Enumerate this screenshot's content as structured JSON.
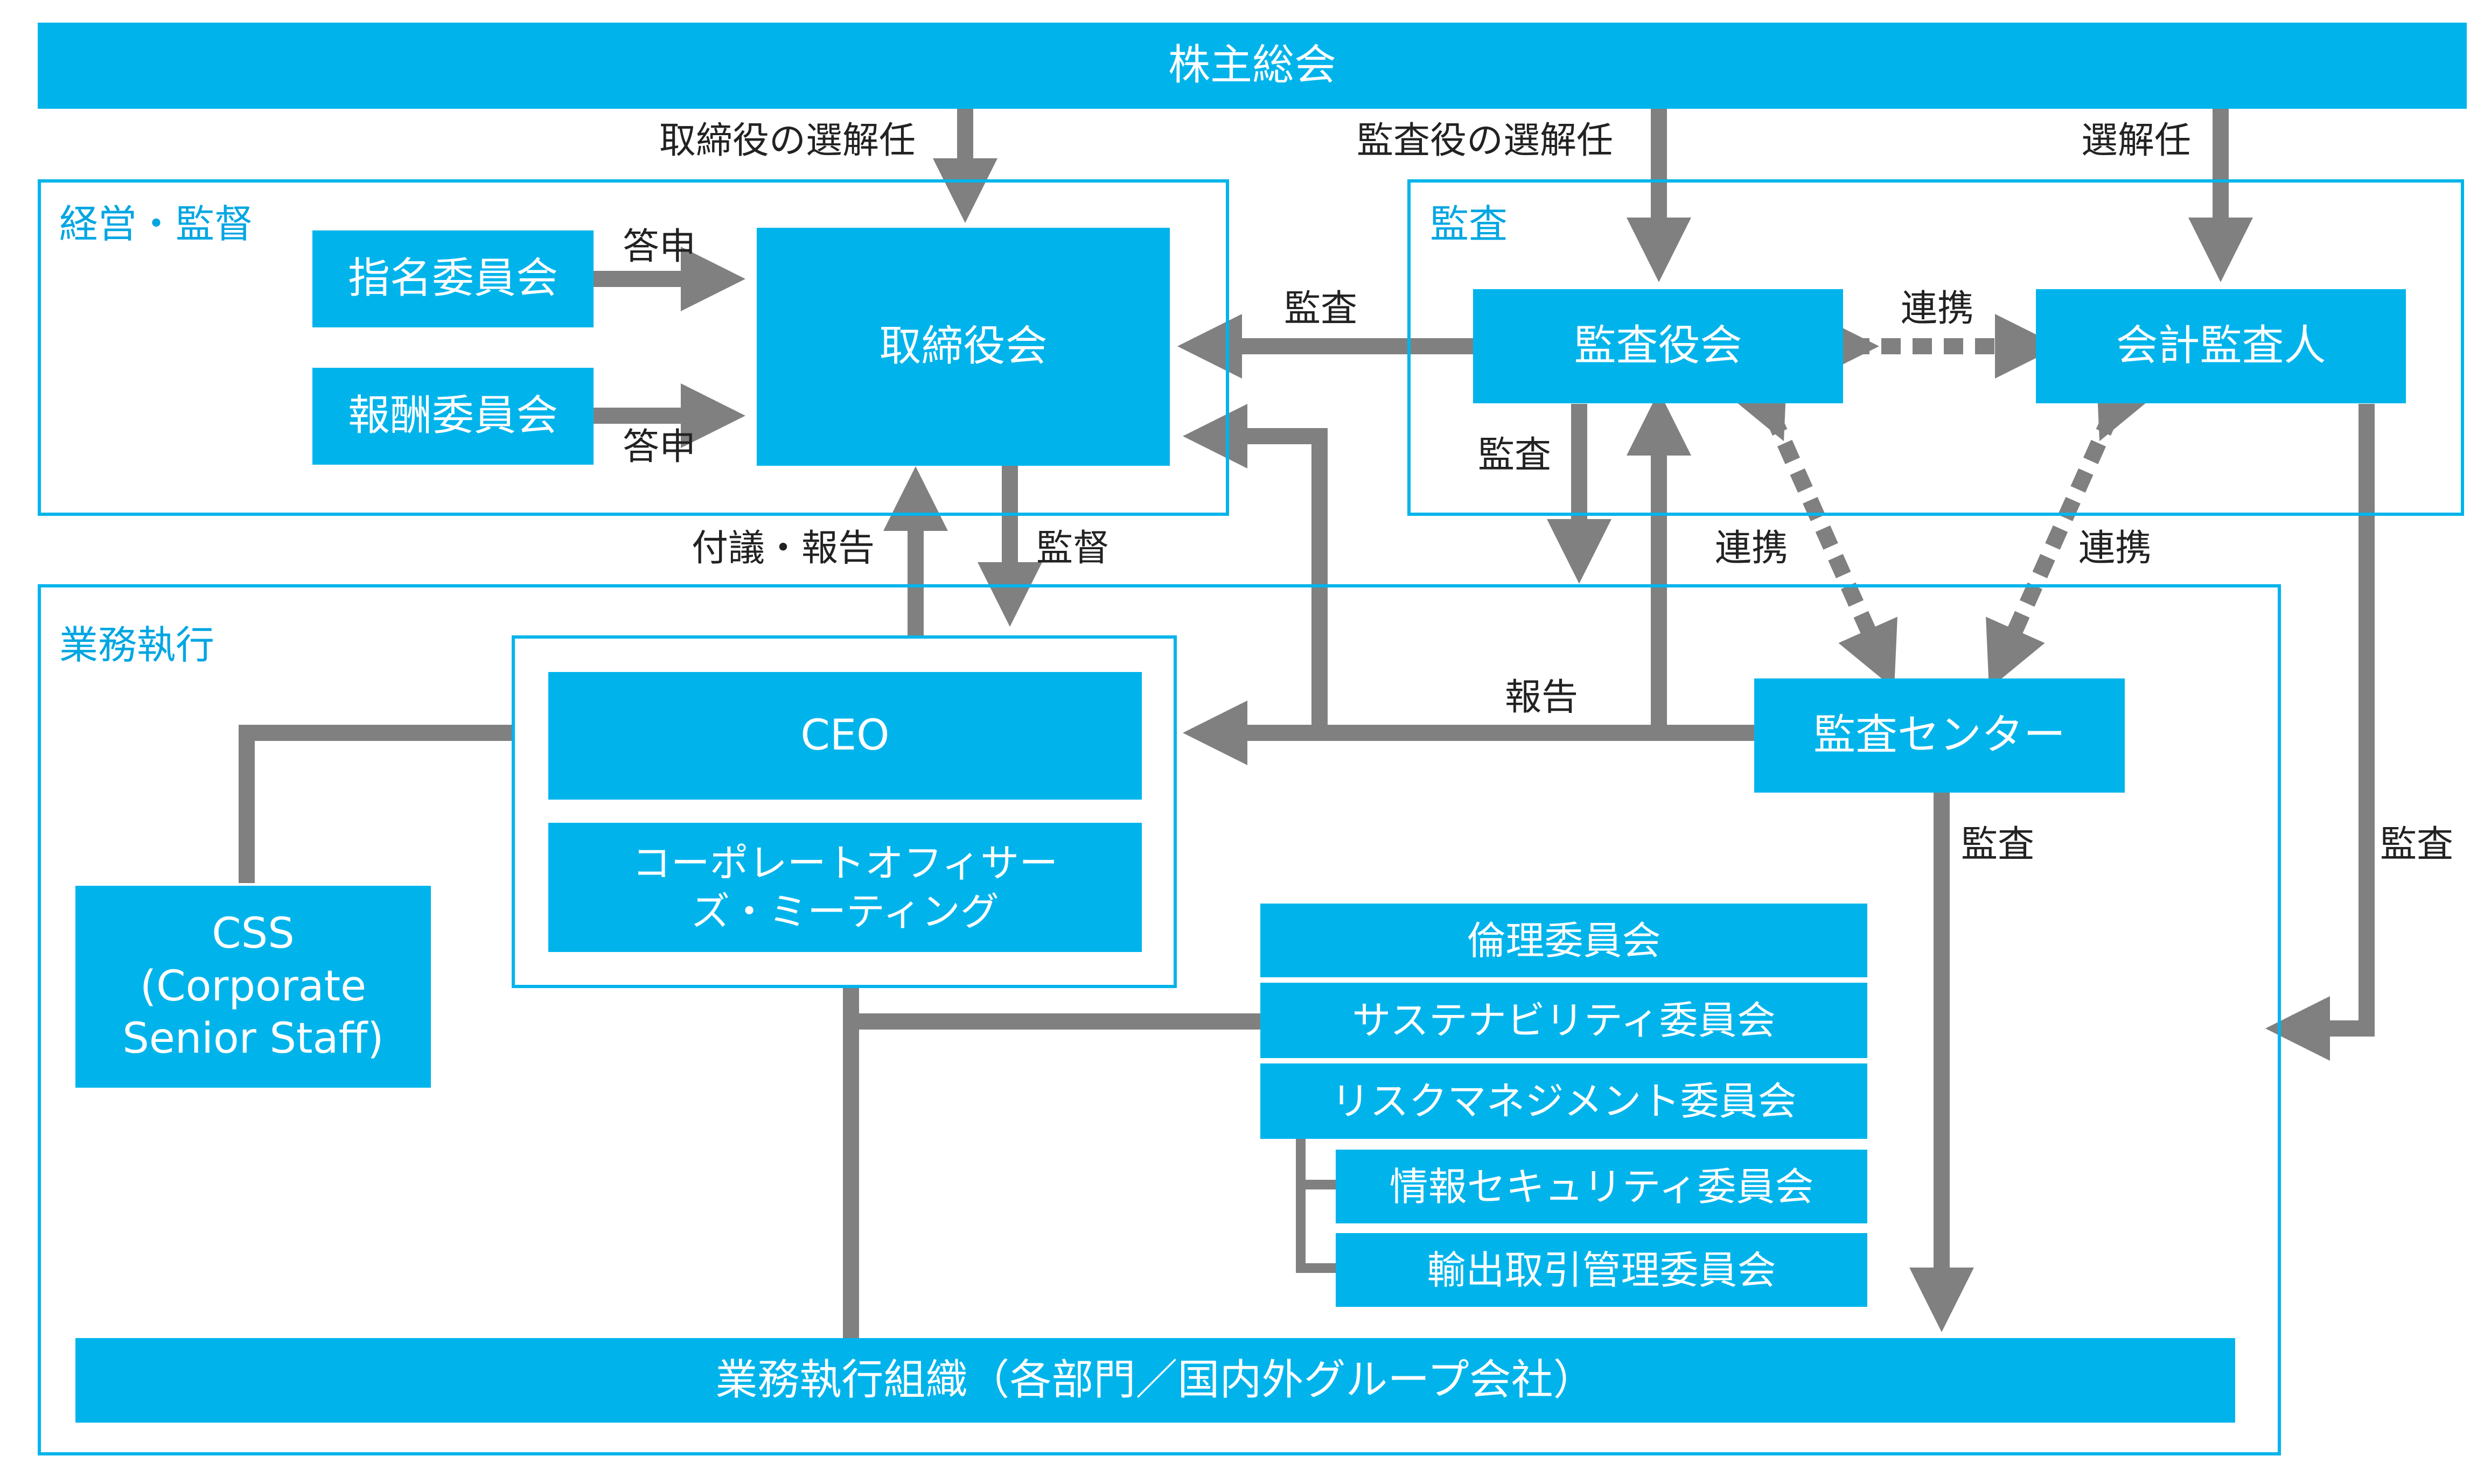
{
  "colors": {
    "accent": "#00b4eb",
    "connector": "#808080",
    "label": "#222222"
  },
  "nodes": {
    "shareholders": "株主総会",
    "nomination": "指名委員会",
    "compensation": "報酬委員会",
    "board": "取締役会",
    "kansayakukai": "監査役会",
    "accounting_auditor": "会計監査人",
    "ceo": "CEO",
    "corporate_officers": "コーポレートオフィサーズ・ミーティング",
    "css": "CSS (Corporate Senior Staff)",
    "audit_center": "監査センター",
    "ethics": "倫理委員会",
    "sustainability": "サステナビリティ委員会",
    "risk_management": "リスクマネジメント委員会",
    "info_security": "情報セキュリティ委員会",
    "export_control": "輸出取引管理委員会",
    "execution_org": "業務執行組織（各部門／国内外グループ会社）"
  },
  "groups": {
    "management": "経営・監督",
    "audit": "監査",
    "execution": "業務執行"
  },
  "edge_labels": {
    "elect_directors": "取締役の選解任",
    "elect_auditors": "監査役の選解任",
    "elect": "選解任",
    "report_nomination": "答申",
    "report_compensation": "答申",
    "audit_board": "監査",
    "cooperation_top": "連携",
    "audit_down": "監査",
    "cooperation_left": "連携",
    "cooperation_right": "連携",
    "proposal_report": "付議・報告",
    "supervision": "監督",
    "report_center": "報告",
    "audit_center_down": "監査",
    "audit_right": "監査"
  }
}
